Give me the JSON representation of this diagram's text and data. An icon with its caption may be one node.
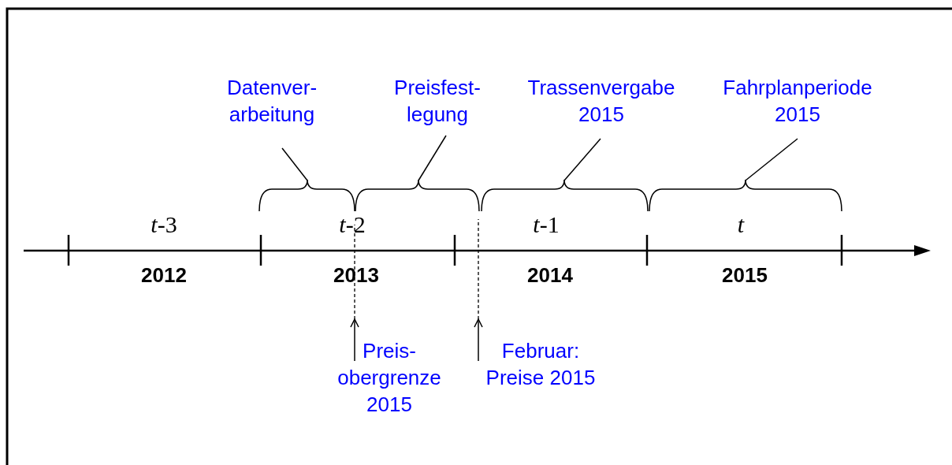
{
  "diagram": {
    "nodes": [
      {
        "text": [
          "Datenver- arbeitung"
        ]
      },
      {
        "text": [
          "Preisfest- legung"
        ]
      },
      {
        "text": [
          "Trassenvergabe 2015"
        ]
      },
      {
        "text": [
          "Fahrplanperiode 2015"
        ]
      },
      {
        "text": [],
        "shape": "brace"
      },
      {
        "text": [],
        "shape": "brace"
      },
      {
        "text": [],
        "shape": "brace"
      },
      {
        "text": [],
        "shape": "brace"
      },
      {
        "text": [
          "Preis- obergrenze 2015"
        ]
      },
      {
        "text": [
          "Februar: Preise 2015"
        ]
      }
    ],
    "edges": [
      {
        "from": 0,
        "to": 4,
        "arrow": "none"
      },
      {
        "from": 1,
        "to": 5,
        "arrow": "none"
      },
      {
        "from": 2,
        "to": 6,
        "arrow": "none"
      },
      {
        "from": 3,
        "to": 7,
        "arrow": "none"
      },
      {
        "from": 8,
        "to": null,
        "arrow": "to"
      },
      {
        "from": 9,
        "to": null,
        "arrow": "to"
      }
    ],
    "labels": [
      "*t*-3",
      "*t*-2",
      "*t*-1",
      "*t*",
      "2012",
      "2013",
      "2014",
      "2015"
    ]
  }
}
